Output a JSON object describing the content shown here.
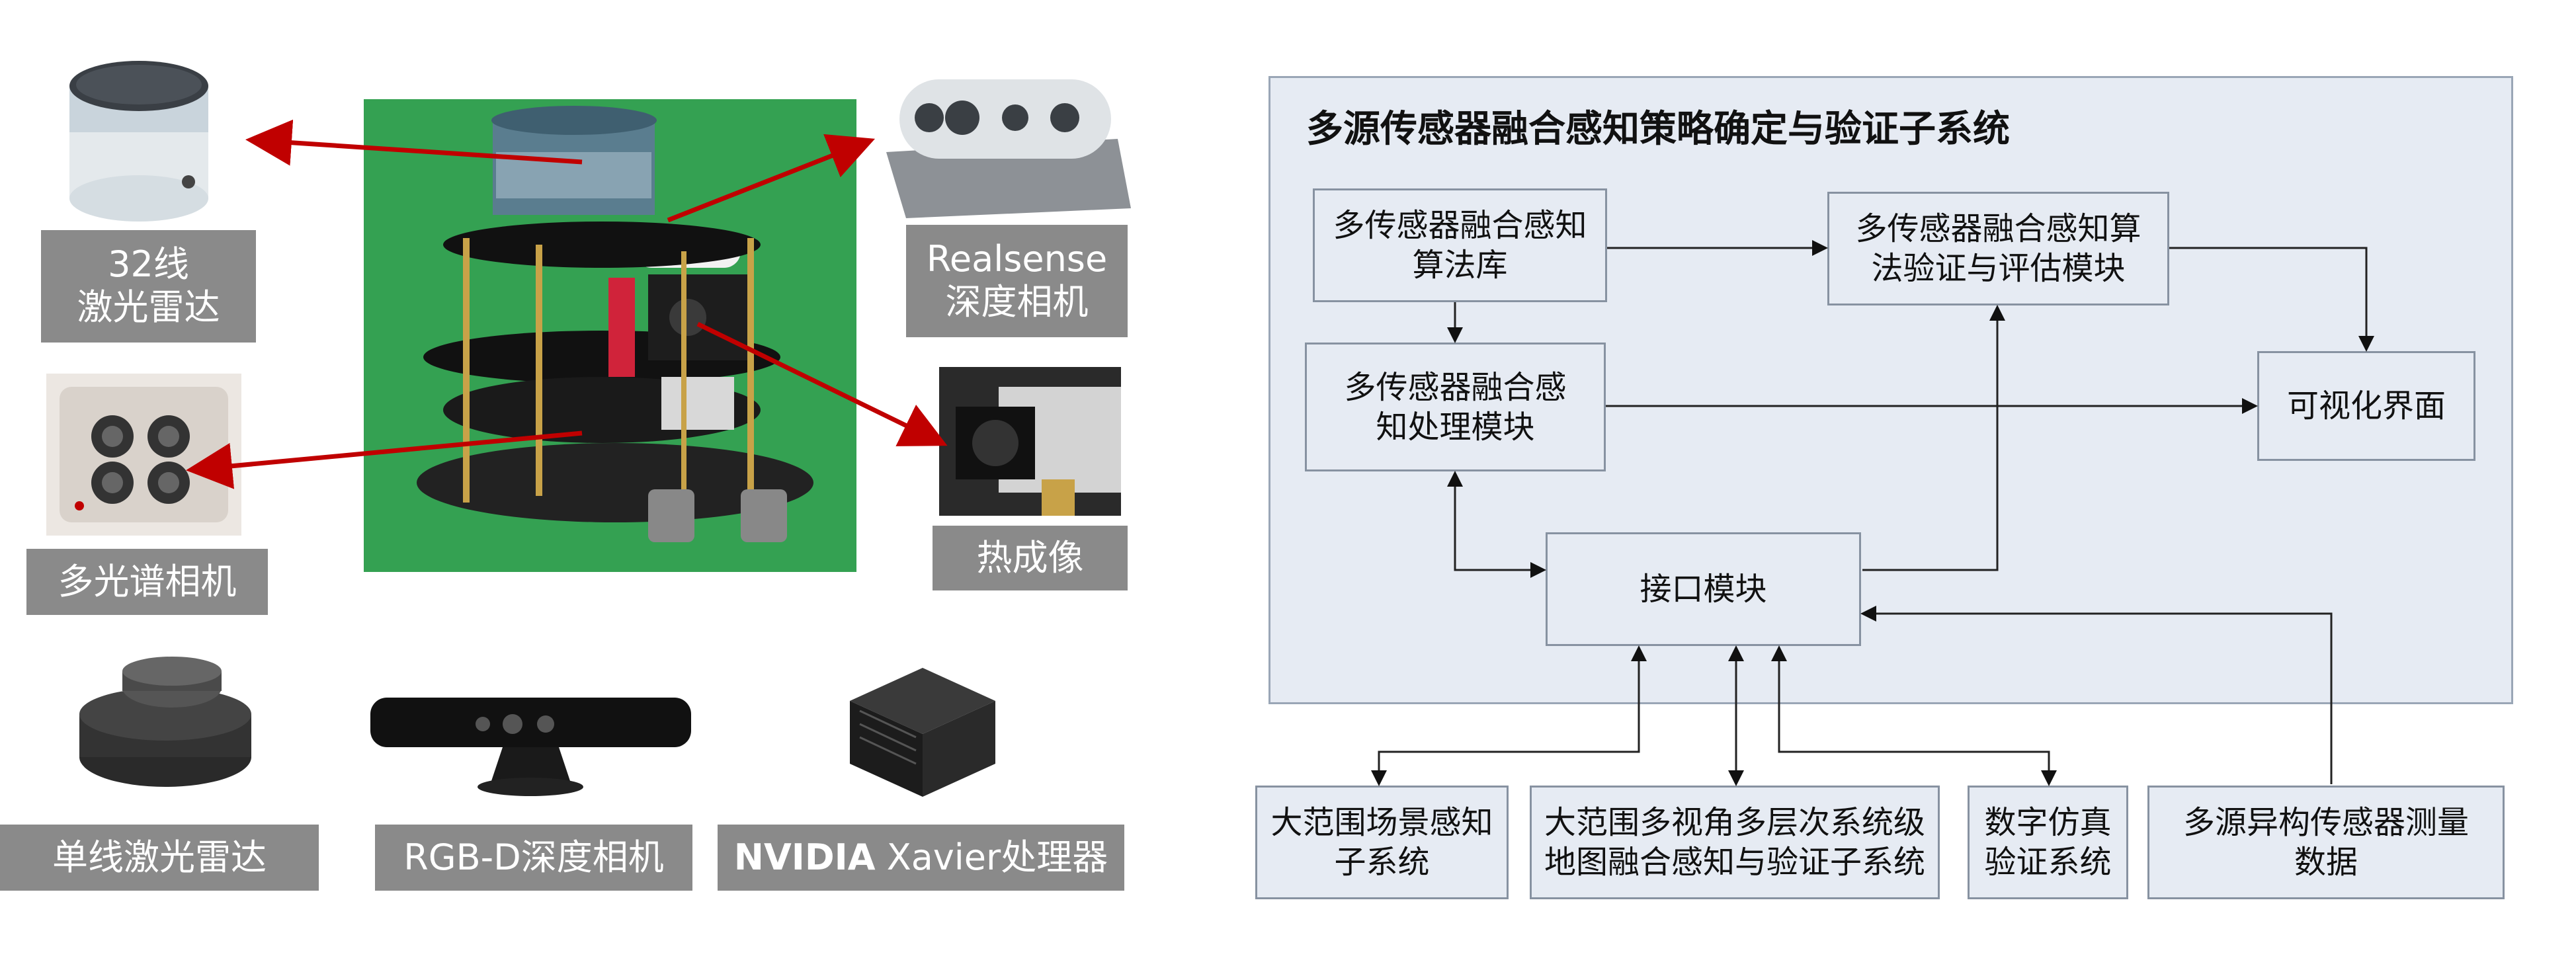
{
  "left_panel": {
    "captions": {
      "lidar32": "32线\n激光雷达",
      "realsense": "Realsense\n深度相机",
      "multispectral": "多光谱相机",
      "thermal": "热成像",
      "single_lidar": "单线激光雷达",
      "rgbd": "RGB-D深度相机",
      "nvidia_brand": "NVIDIA",
      "nvidia_rest": " Xavier处理器"
    },
    "colors": {
      "caption_bg": "#8a8a8a",
      "arrow": "#c00000",
      "robot_bg": "#2e9b4a"
    }
  },
  "diagram": {
    "title": "多源传感器融合感知策略确定与验证子系统",
    "boxes": {
      "algo_lib": "多传感器融合感知\n算法库",
      "verify_eval": "多传感器融合感知算\n法验证与评估模块",
      "processing": "多传感器融合感\n知处理模块",
      "visual": "可视化界面",
      "interface": "接口模块",
      "scene": "大范围场景感知\n子系统",
      "map": "大范围多视角多层次系统级\n地图融合感知与验证子系统",
      "sim": "数字仿真\n验证系统",
      "hetero": "多源异构传感器测量\n数据"
    },
    "colors": {
      "frame_fill": "#e6ebf3",
      "box_border": "#8792a1"
    }
  }
}
